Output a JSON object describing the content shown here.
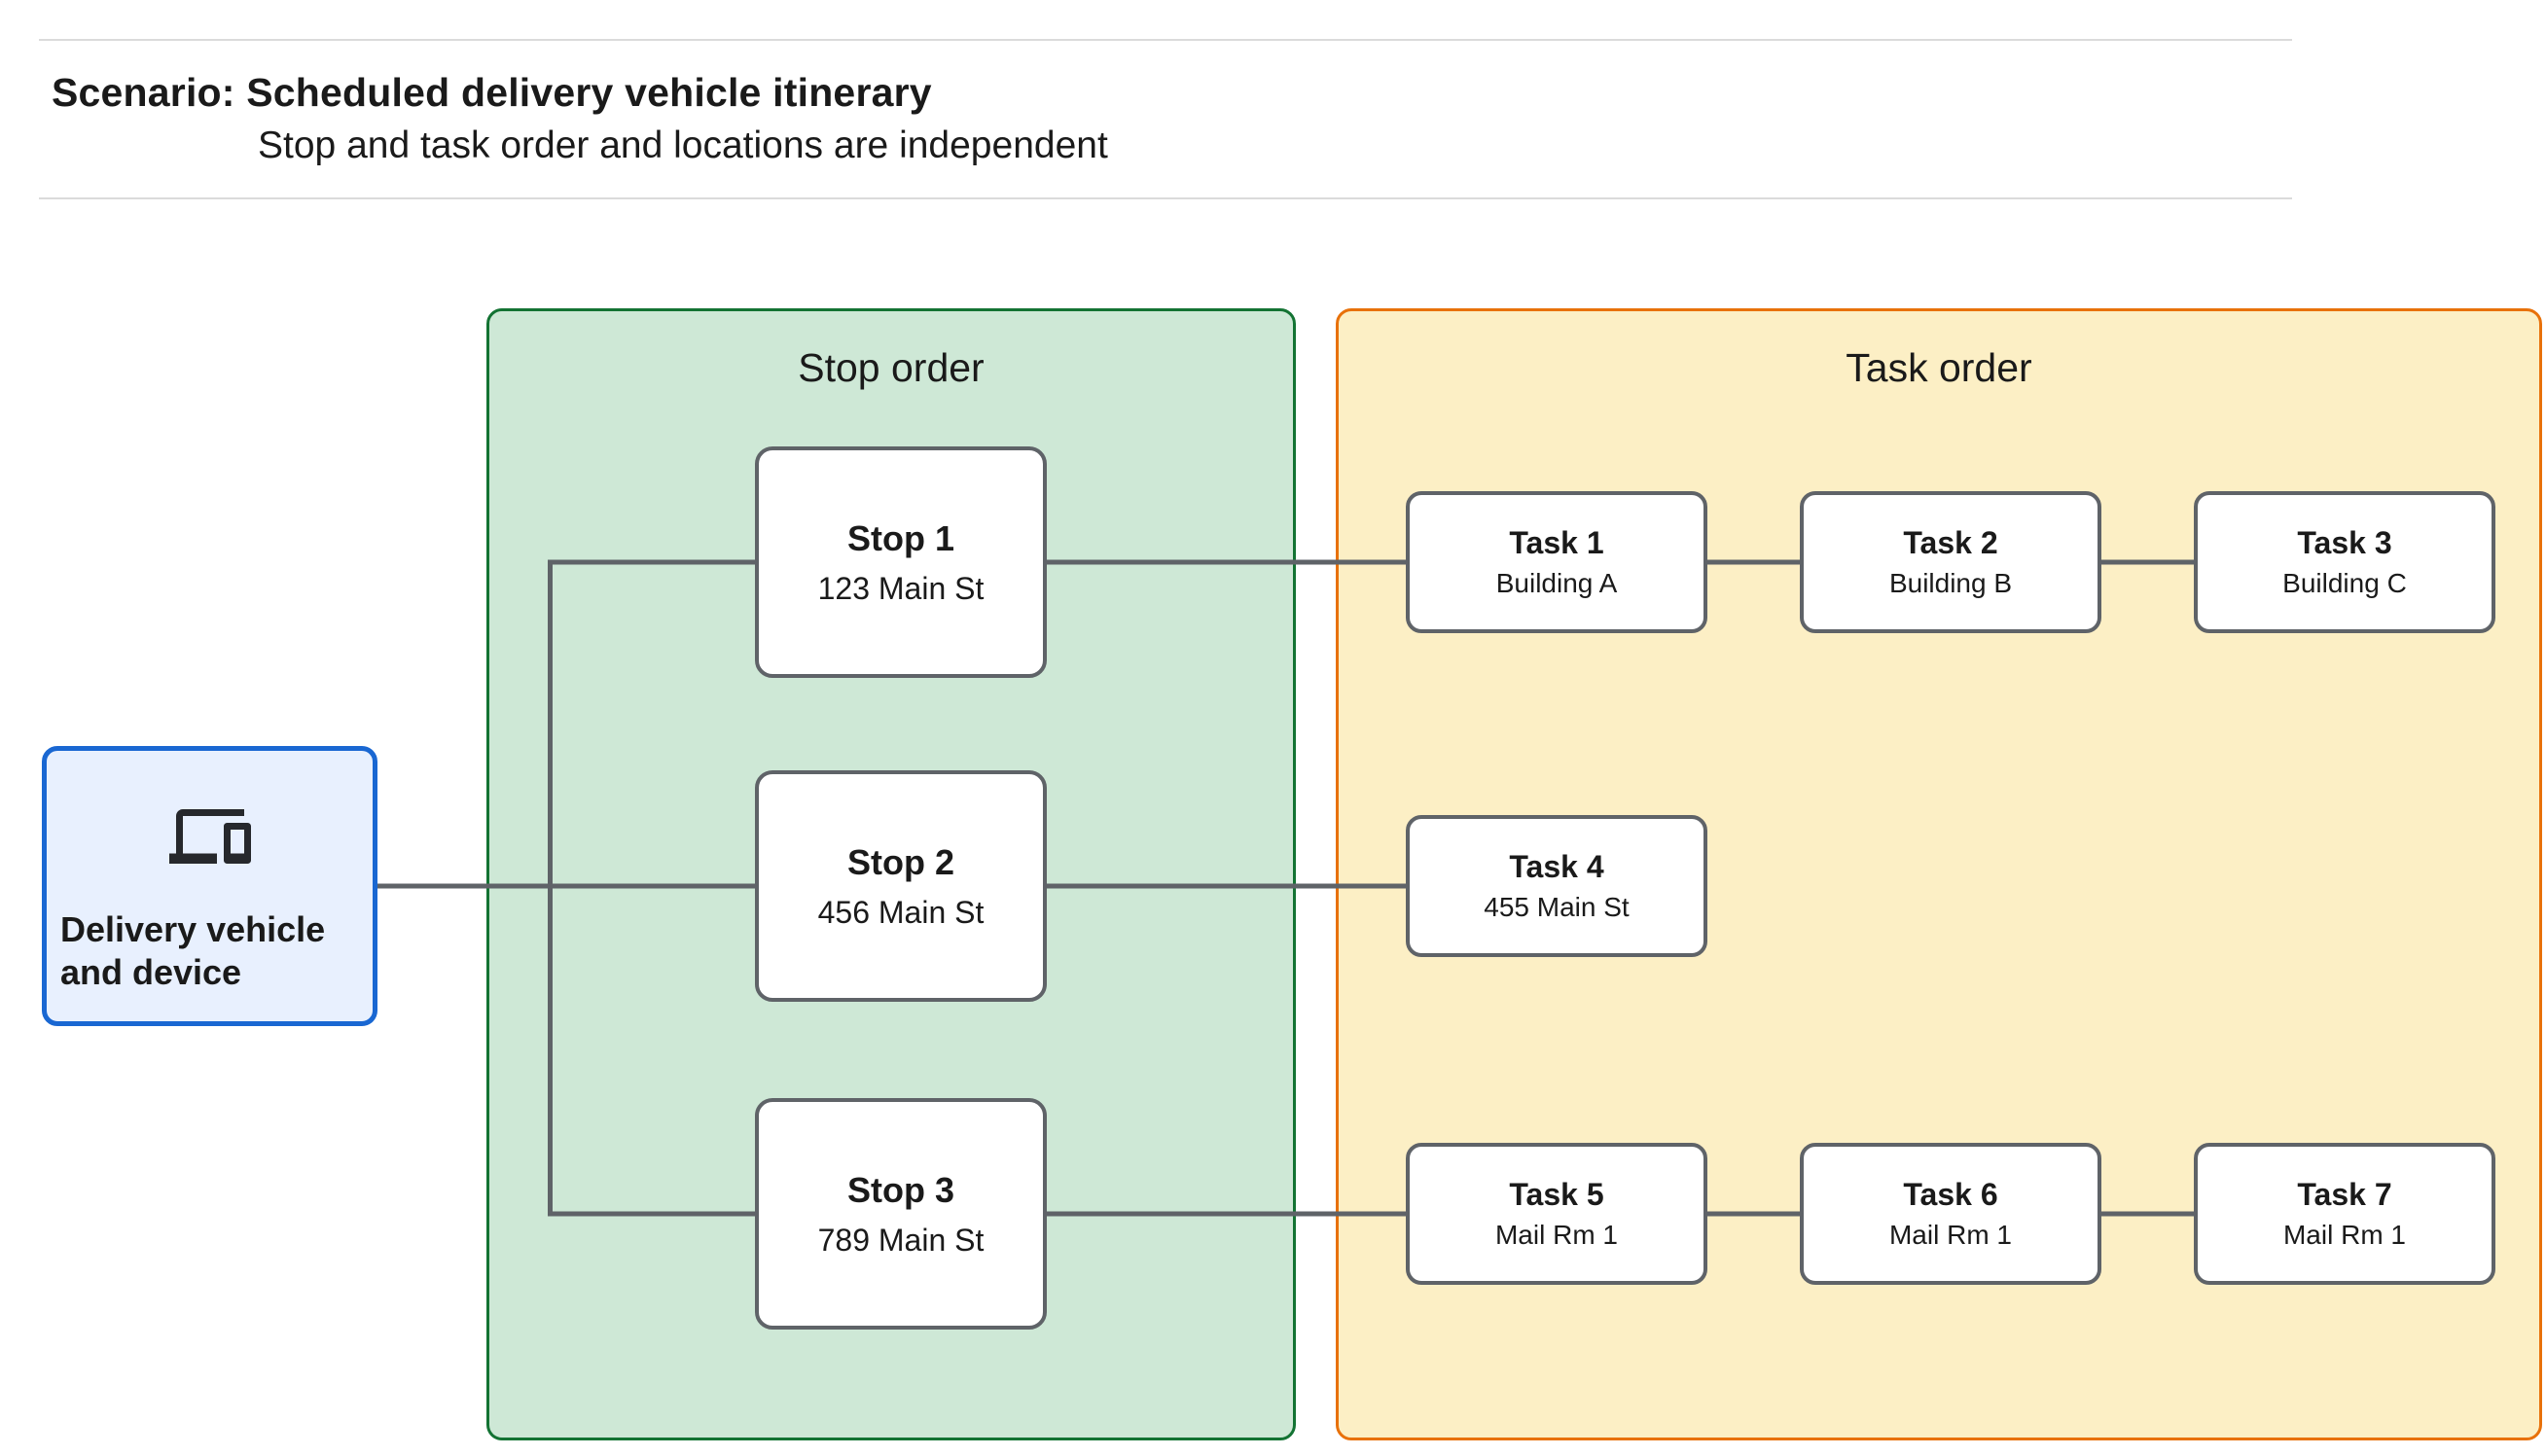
{
  "header": {
    "title": "Scenario: Scheduled delivery vehicle itinerary",
    "subtitle": "Stop and task order and locations are independent"
  },
  "delivery": {
    "label": "Delivery vehicle and device",
    "icon": "devices-icon"
  },
  "stop_panel": {
    "label": "Stop order",
    "fill": "#CEE8D6",
    "border": "#137333"
  },
  "task_panel": {
    "label": "Task order",
    "fill": "#FCEFC5",
    "border": "#E8710A"
  },
  "stops": [
    {
      "title": "Stop 1",
      "subtitle": "123 Main St"
    },
    {
      "title": "Stop 2",
      "subtitle": "456 Main St"
    },
    {
      "title": "Stop 3",
      "subtitle": "789 Main St"
    }
  ],
  "tasks": [
    {
      "title": "Task 1",
      "subtitle": "Building A"
    },
    {
      "title": "Task 2",
      "subtitle": "Building B"
    },
    {
      "title": "Task 3",
      "subtitle": "Building C"
    },
    {
      "title": "Task 4",
      "subtitle": "455 Main St"
    },
    {
      "title": "Task 5",
      "subtitle": "Mail Rm 1"
    },
    {
      "title": "Task 6",
      "subtitle": "Mail Rm 1"
    },
    {
      "title": "Task 7",
      "subtitle": "Mail Rm 1"
    }
  ],
  "colors": {
    "connector": "#5F6368",
    "node_border": "#5F6368",
    "node_fill": "#FFFFFF",
    "delivery_fill": "#E8F0FE",
    "delivery_border": "#1967D2",
    "text": "#1A1A1A",
    "divider": "#DBDBDB"
  }
}
